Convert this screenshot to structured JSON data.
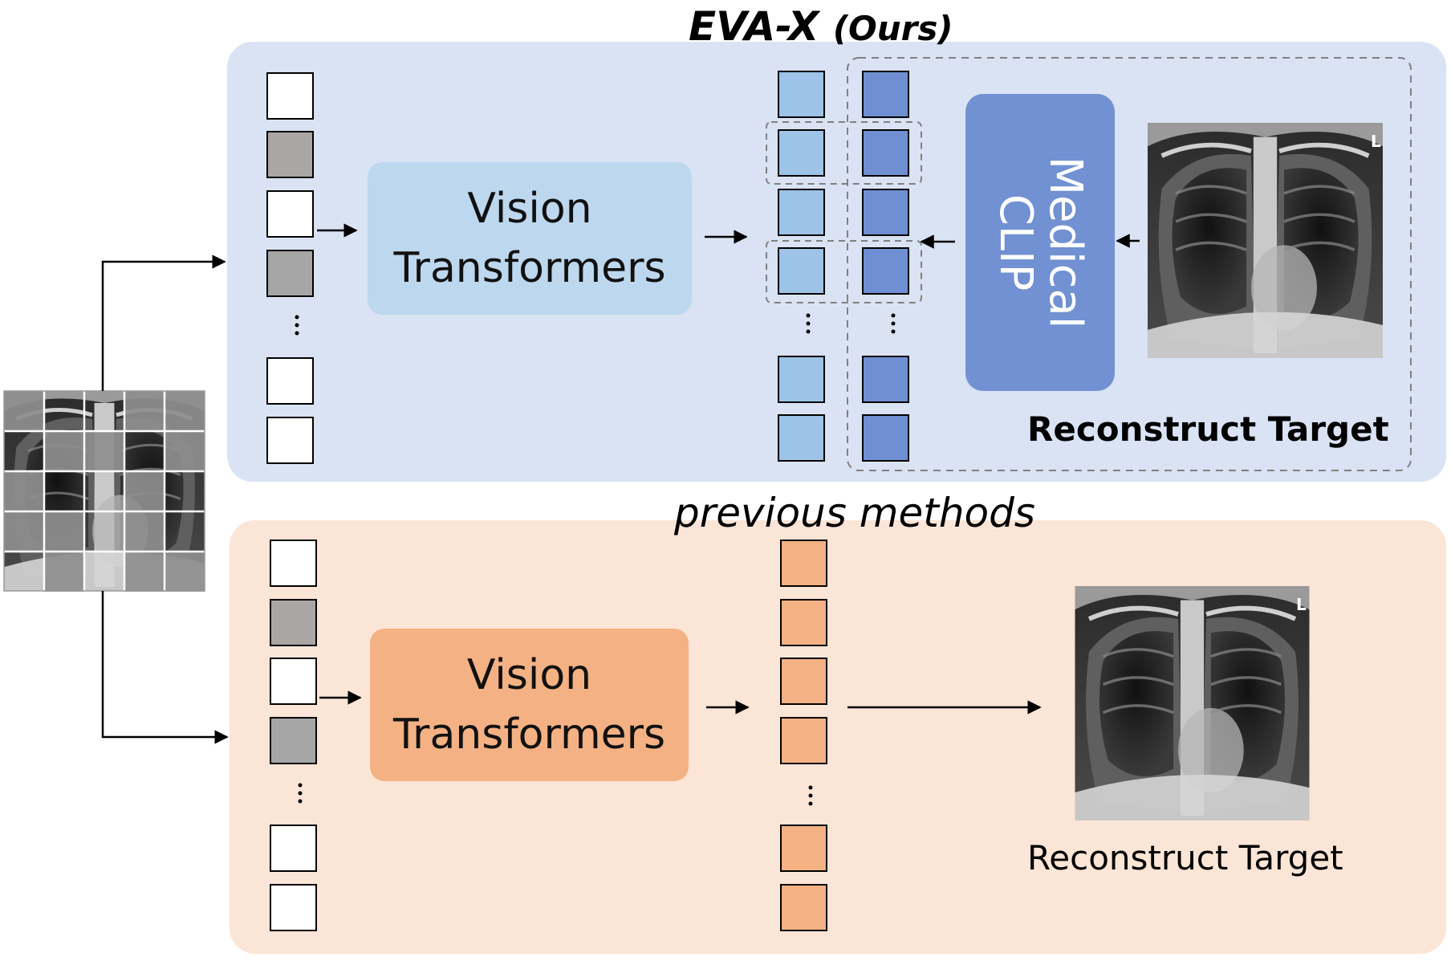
{
  "titles": {
    "ours_main": "EVA-X",
    "ours_suffix": "(Ours)",
    "previous": "previous methods"
  },
  "eva_x_pipeline": {
    "encoder_label": "Vision\nTransformers",
    "target_encoder_label": "Medical\nCLIP",
    "target_label": "Reconstruct Target"
  },
  "previous_pipeline": {
    "encoder_label": "Vision\nTransformers",
    "target_label": "Reconstruct Target"
  },
  "colors": {
    "top_panel": "#dae3f3",
    "bottom_panel": "#fbe5d6",
    "vit_top": "#bdd7ee",
    "vit_bottom": "#f4b183",
    "clip_box": "#7191d2",
    "feature_light_blue": "#9dc3e6",
    "feature_dark_blue": "#6f8fd2",
    "feature_orange": "#f4b183",
    "masked_patch": "#a9a9a9",
    "visible_patch": "#ffffff"
  },
  "icons": {
    "input_image": "masked-chest-xray-icon",
    "target_image": "chest-xray-icon",
    "ellipsis": "vertical-ellipsis-icon"
  }
}
